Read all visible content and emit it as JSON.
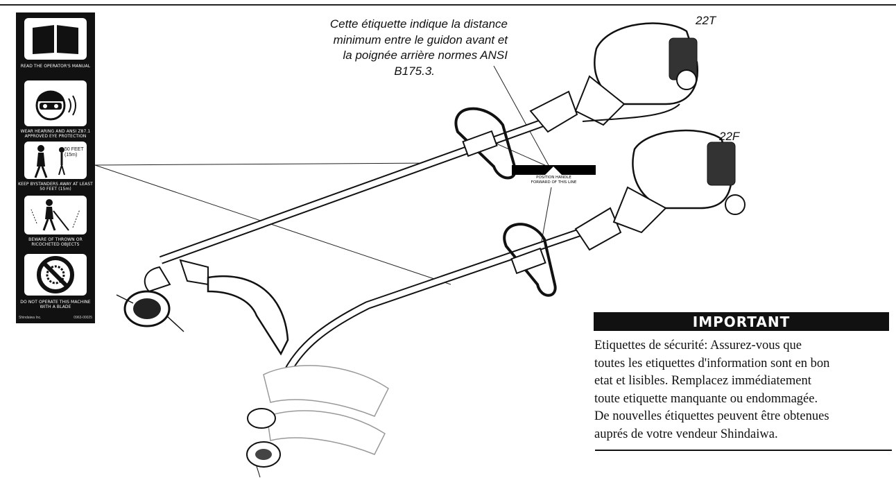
{
  "safety_label": {
    "sections": [
      {
        "icon": "open-book-icon",
        "text": "READ THE OPERATOR'S MANUAL"
      },
      {
        "icon": "ear-eye-protection-icon",
        "text": "WEAR HEARING AND ANSI Z87.1 APPROVED EYE PROTECTION"
      },
      {
        "icon": "bystanders-distance-icon",
        "text": "KEEP BYSTANDERS AWAY AT LEAST 50 FEET (15m)",
        "inner": "50 FEET (15m)"
      },
      {
        "icon": "thrown-objects-icon",
        "text": "BEWARE OF THROWN OR RICOCHETED OBJECTS"
      },
      {
        "icon": "no-blade-icon",
        "text": "DO NOT OPERATE THIS MACHINE WITH A BLADE"
      }
    ],
    "footer_left": "Shindaiwa Inc.",
    "footer_right": "0963-00025"
  },
  "caption": [
    "Cette étiquette indique la distance",
    "minimum entre le guidon avant et",
    "la poignée arrière normes ANSI",
    "B175.3."
  ],
  "models": {
    "top": "22T",
    "bottom": "22F"
  },
  "position_label": [
    "POSITION HANDLE",
    "FORWARD OF THIS LINE"
  ],
  "important": {
    "heading": "IMPORTANT",
    "lines": [
      "Etiquettes de sécurité: Assurez-vous que",
      "toutes les etiquettes d'information sont en bon",
      "etat et lisibles. Remplacez immédiatement",
      "toute etiquette manquante ou endommagée.",
      "De nouvelles étiquettes peuvent être obtenues",
      "auprés de votre vendeur Shindaiwa."
    ]
  }
}
